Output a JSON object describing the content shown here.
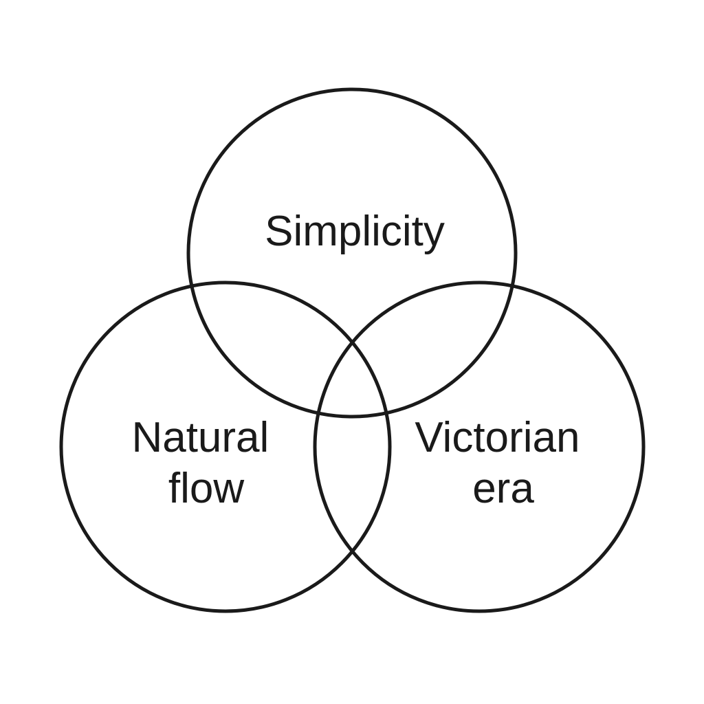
{
  "diagram": {
    "type": "venn",
    "line_color": "#1a1a1a",
    "text_color": "#1a1a1a",
    "background": "#ffffff",
    "sets": [
      {
        "id": "top",
        "label_lines": [
          "Simplicity"
        ]
      },
      {
        "id": "left",
        "label_lines": [
          "Natural",
          "flow"
        ]
      },
      {
        "id": "right",
        "label_lines": [
          "Victorian",
          "era"
        ]
      }
    ]
  }
}
